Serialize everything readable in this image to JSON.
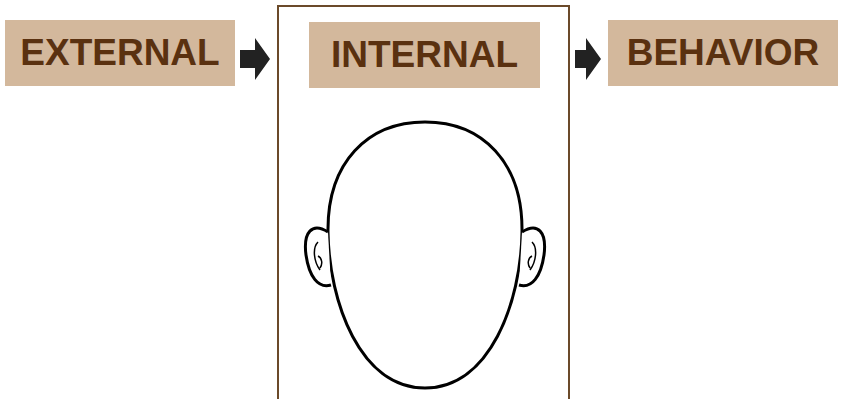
{
  "diagram": {
    "nodes": [
      {
        "text": [
          "EXTERNAL"
        ]
      },
      {
        "text": [
          "INTERNAL"
        ]
      },
      {
        "text": [
          "BEHAVIOR"
        ]
      }
    ],
    "edges": [
      {
        "from": 0,
        "to": 1,
        "arrow": "to"
      },
      {
        "from": 1,
        "to": 2,
        "arrow": "to"
      }
    ]
  }
}
